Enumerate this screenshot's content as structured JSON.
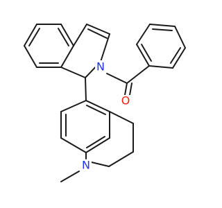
{
  "atoms": {
    "n_ring": "N",
    "o_carbonyl": "O",
    "n_amine": "N"
  },
  "colors": {
    "bond": "#1a1a1a",
    "nitrogen": "#2233ee",
    "oxygen": "#ee2211",
    "background": "#ffffff"
  }
}
